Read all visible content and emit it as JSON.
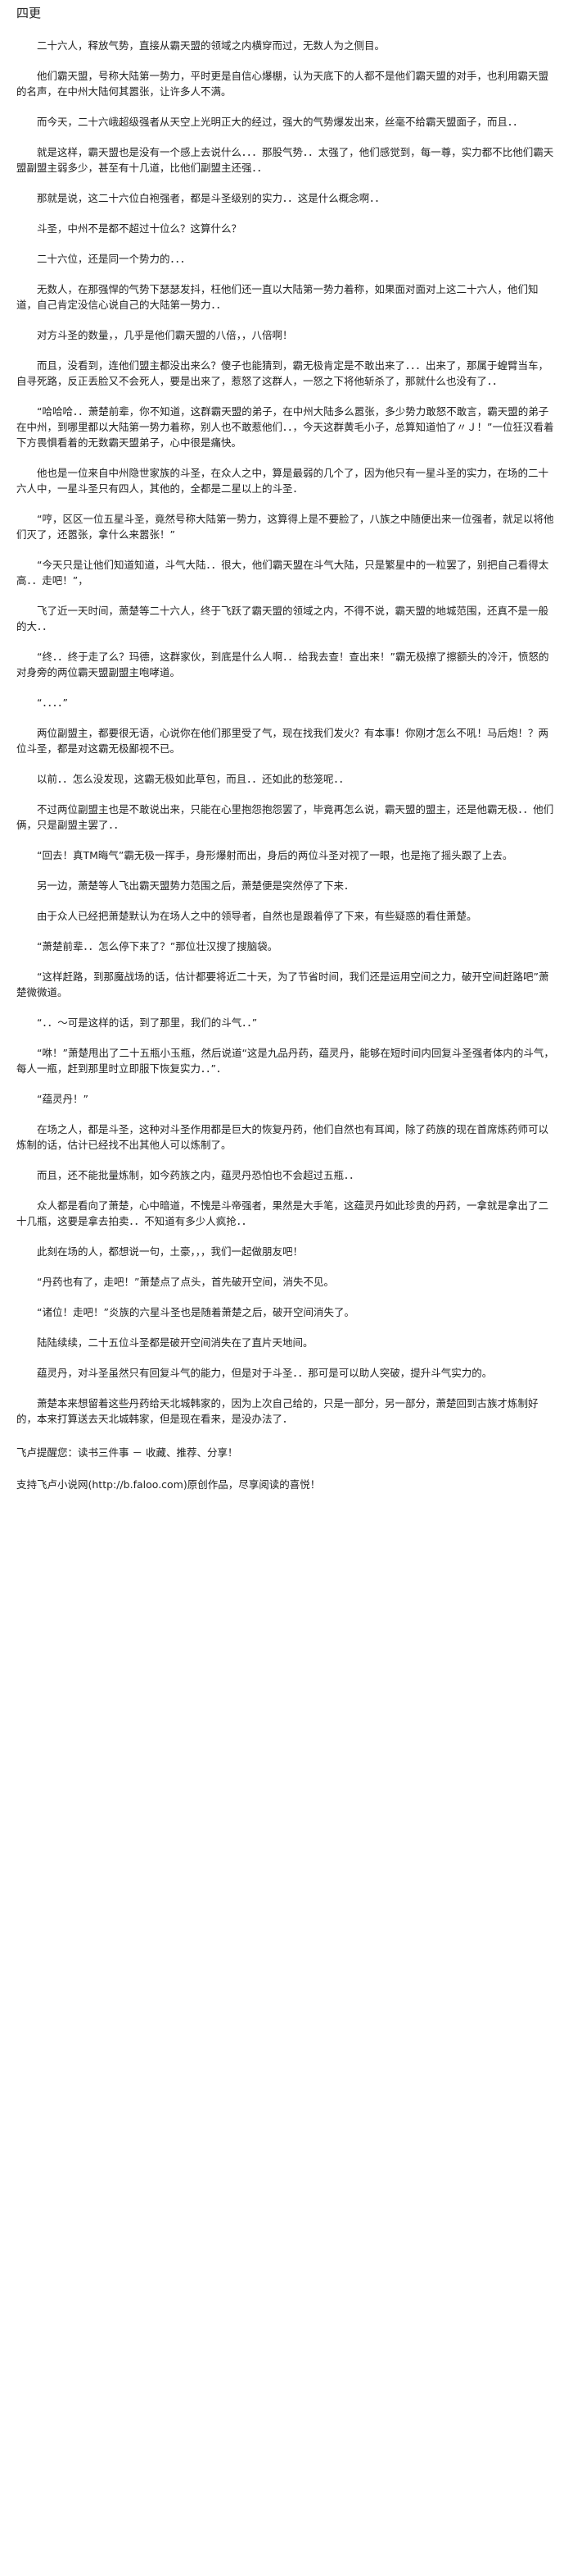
{
  "chapter": {
    "title": "四更"
  },
  "paragraphs": [
    "二十六人，释放气势，直接从霸天盟的领域之内横穿而过，无数人为之侧目。",
    "他们霸天盟，号称大陆第一势力，平时更是自信心爆棚，认为天底下的人都不是他们霸天盟的对手，也利用霸天盟的名声，在中州大陆何其嚣张，让许多人不满。",
    "而今天，二十六峨超级强者从天空上光明正大的经过，强大的气势爆发出来，丝毫不给霸天盟面子，而且．．",
    "就是这样，霸天盟也是没有一个感上去说什么．．．那股气势．．太强了，他们感觉到，每一尊，实力都不比他们霸天盟副盟主弱多少，甚至有十几道，比他们副盟主还强．．",
    "那就是说，这二十六位白袍强者，都是斗圣级别的实力．．这是什么概念啊．．",
    "斗圣，中州不是都不超过十位么？这算什么？",
    "二十六位，还是同一个势力的．．．",
    "无数人，在那强悍的气势下瑟瑟发抖，枉他们还一直以大陆第一势力着称，如果面对面对上这二十六人，他们知道，自己肯定没信心说自己的大陆第一势力．．",
    "对方斗圣的数量，，几乎是他们霸天盟的八倍，，八倍啊！",
    "而且，没看到，连他们盟主都没出来么？傻子也能猜到，霸无极肯定是不敢出来了．．．出来了，那属于蝗臂当车，自寻死路，反正丢脸又不会死人，要是出来了，惹怒了这群人，一怒之下将他斩杀了，那就什么也没有了．．",
    "“哈哈哈．．萧楚前辈，你不知道，这群霸天盟的弟子，在中州大陆多么嚣张，多少势力敢怒不敢言，霸天盟的弟子在中州，到哪里都以大陆第一势力着称，别人也不敢惹他们．．，今天这群黄毛小子，总算知道怕了〃Ｊ！”一位狂汉看着下方畏惧看着的无数霸天盟弟子，心中很是痛快。",
    "他也是一位来自中州隐世家族的斗圣，在众人之中，算是最弱的几个了，因为他只有一星斗圣的实力，在场的二十六人中，一星斗圣只有四人，其他的，全都是二星以上的斗圣．",
    "“哼，区区一位五星斗圣，竟然号称大陆第一势力，这算得上是不要脸了，八族之中随便出来一位强者，就足以将他们灭了，还嚣张，拿什么来嚣张！”",
    "“今天只是让他们知道知道，斗气大陆．．很大，他们霸天盟在斗气大陆，只是繁星中的一粒罢了，别把自己看得太高．．走吧！”，",
    "飞了近一天时间，萧楚等二十六人，终于飞跃了霸天盟的领域之内，不得不说，霸天盟的地城范围，还真不是一般的大．．",
    "“终．．终于走了么？玛德，这群家伙，到底是什么人啊．．给我去查！查出来！”霸无极擦了擦额头的冷汗，愤怒的对身旁的两位霸天盟副盟主咆哮道。",
    "“．．．．”",
    "两位副盟主，都要很无语，心说你在他们那里受了气，现在找我们发火？有本事！你刚才怎么不吼！马后炮！？两位斗圣，都是对这霸无极鄙视不已。",
    "以前．．怎么没发现，这霸无极如此草包，而且．．还如此的愁笼呢．．",
    "不过两位副盟主也是不敢说出来，只能在心里抱怨抱怨罢了，毕竟再怎么说，霸天盟的盟主，还是他霸无极．．他们俩，只是副盟主罢了．．",
    "“回去！真TM晦气”霸无极一挥手，身形爆射而出，身后的两位斗圣对视了一眼，也是拖了摇头跟了上去。",
    "另一边，萧楚等人飞出霸天盟势力范围之后，萧楚便是突然停了下来．",
    "由于众人已经把萧楚默认为在场人之中的领导者，自然也是跟着停了下来，有些疑惑的看住萧楚。",
    "“萧楚前辈．．怎么停下来了？”那位壮汉搜了搜脑袋。",
    "“这样赶路，到那魔战场的话，估计都要将近二十天，为了节省时间，我们还是运用空间之力，破开空间赶路吧”萧楚微微道。",
    "“．．～可是这样的话，到了那里，我们的斗气．．”",
    "“咻！”萧楚甩出了二十五瓶小玉瓶，然后说道“这是九品丹药，蕴灵丹，能够在短时间内回复斗圣强者体内的斗气，每人一瓶，赶到那里时立即服下恢复实力．．”．",
    "“蕴灵丹！”",
    "在场之人，都是斗圣，这种对斗圣作用都是巨大的恢复丹药，他们自然也有耳闻，除了药族的现在首席炼药师可以炼制的话，估计已经找不出其他人可以炼制了。",
    "而且，还不能批量炼制，如今药族之内，蕴灵丹恐怕也不会超过五瓶．．",
    "众人都是看向了萧楚，心中暗道，不愧是斗帝强者，果然是大手笔，这蕴灵丹如此珍贵的丹药，一拿就是拿出了二十几瓶，这要是拿去拍卖．．不知道有多少人疯抢．．",
    "此刻在场的人，都想说一句，土豪，，，我们一起做朋友吧！",
    "“丹药也有了，走吧！”萧楚点了点头，首先破开空间，消失不见。",
    "“诸位！走吧！”炎族的六星斗圣也是随着萧楚之后，破开空间消失了。",
    "陆陆续续，二十五位斗圣都是破开空间消失在了直片天地间。",
    "蕴灵丹，对斗圣虽然只有回复斗气的能力，但是对于斗圣．．那可是可以助人突破，提升斗气实力的。",
    "萧楚本来想留着这些丹药给天北城韩家的，因为上次自己给的，只是一部分，另一部分，萧楚回到古族才炼制好的，本来打算送去天北城韩家，但是现在看来，是没办法了．"
  ],
  "footer": {
    "note": "飞卢提醒您：读书三件事 － 收藏、推荐、分享！",
    "support": "支持飞卢小说网(http://b.faloo.com)原创作品，尽享阅读的喜悦！"
  }
}
